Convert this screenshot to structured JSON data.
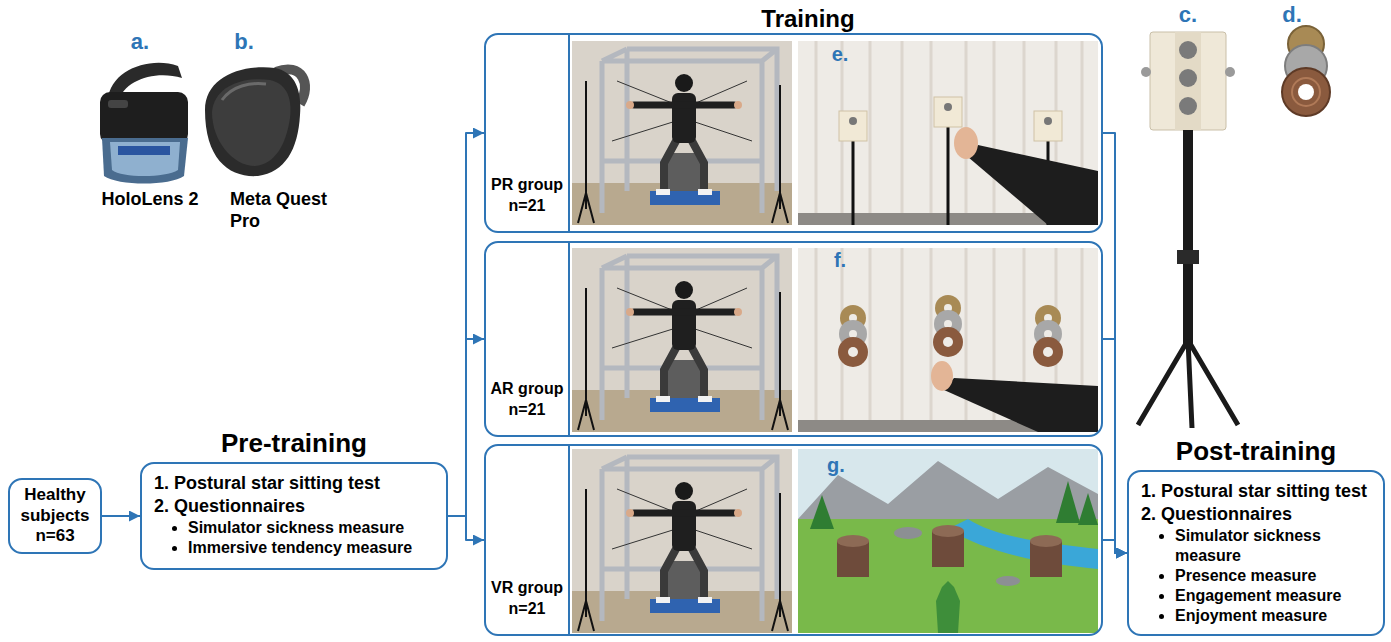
{
  "diagram": {
    "nodes": [
      {
        "text": [
          "Healthy subjects n=63"
        ]
      },
      {
        "text": [
          "Pre-training",
          "1. Postural star sitting test",
          "2. Questionnaires",
          "Simulator sickness measure",
          "Immersive tendency measure"
        ]
      },
      {
        "text": [
          "PR group",
          "n=21"
        ]
      },
      {
        "text": [
          "AR group",
          "n=21"
        ]
      },
      {
        "text": [
          "VR group",
          "n=21"
        ]
      },
      {
        "text": [
          "Post-training",
          "1. Postural star sitting test",
          "2. Questionnaires",
          "Simulator sickness measure",
          "Presence measure",
          "Engagement measure",
          "Enjoyment measure"
        ]
      }
    ],
    "edges": [
      {
        "from": 0,
        "to": 1,
        "arrow": "to"
      },
      {
        "from": 1,
        "to": 2,
        "arrow": "to"
      },
      {
        "from": 1,
        "to": 3,
        "arrow": "to"
      },
      {
        "from": 1,
        "to": 4,
        "arrow": "to"
      },
      {
        "from": 2,
        "to": 5,
        "arrow": "to"
      },
      {
        "from": 3,
        "to": 5,
        "arrow": "to"
      },
      {
        "from": 4,
        "to": 5,
        "arrow": "to"
      }
    ],
    "labels": [
      "a.",
      "b.",
      "HoloLens 2",
      "Meta Quest Pro",
      "Training",
      "e.",
      "f.",
      "g.",
      "c.",
      "d."
    ]
  }
}
